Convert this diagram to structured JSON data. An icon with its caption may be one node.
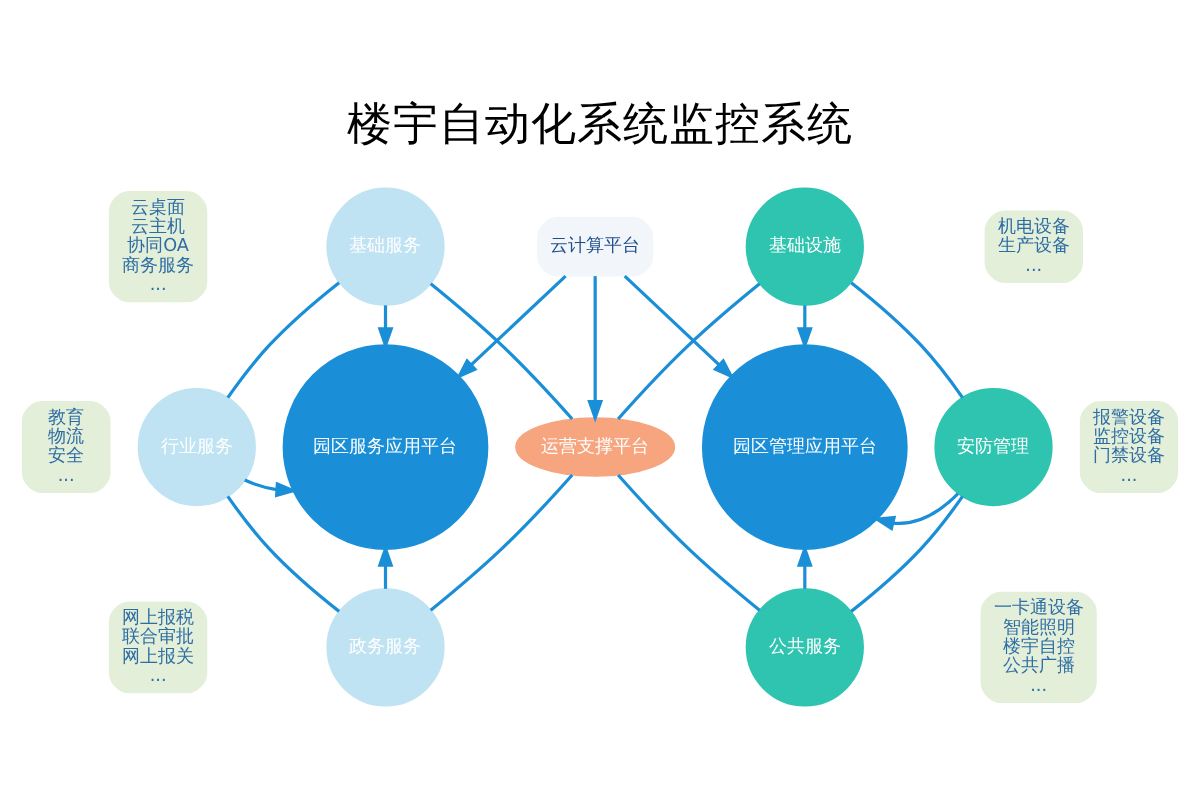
{
  "diagram": {
    "title": "楼宇自动化系统监控系统",
    "nodes": [
      {
        "text": [
          "云桌面",
          "云主机",
          "协同OA",
          "商务服务",
          "..."
        ]
      },
      {
        "text": [
          "基础服务"
        ]
      },
      {
        "text": [
          "行业服务"
        ]
      },
      {
        "text": [
          "园区服务应用平台"
        ]
      },
      {
        "text": [
          "教育",
          "物流",
          "安全",
          "..."
        ]
      },
      {
        "text": [
          "政务服务"
        ]
      },
      {
        "text": [
          "网上报税",
          "联合审批",
          "网上报关",
          "..."
        ]
      },
      {
        "text": [
          "运营支撑平台"
        ]
      },
      {
        "text": [
          "基础设施"
        ]
      },
      {
        "text": [
          "机电设备",
          "生产设备",
          "..."
        ]
      },
      {
        "text": [
          "园区管理应用平台"
        ]
      },
      {
        "text": [
          "安防管理"
        ]
      },
      {
        "text": [
          "报警设备",
          "监控设备",
          "门禁设备",
          "..."
        ]
      },
      {
        "text": [
          "公共服务"
        ]
      },
      {
        "text": [
          "一卡通设备",
          "智能照明",
          "楼宇自控",
          "公共广播",
          "..."
        ]
      },
      {
        "text": [
          "云计算平台"
        ]
      }
    ],
    "edges": [
      {
        "from": 1,
        "to": 3,
        "arrow": "to"
      },
      {
        "from": 2,
        "to": 3,
        "arrow": "to"
      },
      {
        "from": 5,
        "to": 3,
        "arrow": "to"
      },
      {
        "from": 8,
        "to": 10,
        "arrow": "to"
      },
      {
        "from": 11,
        "to": 10,
        "arrow": "to"
      },
      {
        "from": 13,
        "to": 10,
        "arrow": "to"
      },
      {
        "from": 1,
        "to": 2,
        "arrow": "none"
      },
      {
        "from": 2,
        "to": 5,
        "arrow": "none"
      },
      {
        "from": 5,
        "to": 7,
        "arrow": "none"
      },
      {
        "from": 7,
        "to": 1,
        "arrow": "none"
      },
      {
        "from": 7,
        "to": 8,
        "arrow": "none"
      },
      {
        "from": 8,
        "to": 11,
        "arrow": "none"
      },
      {
        "from": 11,
        "to": 13,
        "arrow": "none"
      },
      {
        "from": 13,
        "to": 7,
        "arrow": "none"
      },
      {
        "from": 15,
        "to": 3,
        "arrow": "to"
      },
      {
        "from": 15,
        "to": 7,
        "arrow": "to"
      },
      {
        "from": 15,
        "to": 10,
        "arrow": "to"
      }
    ]
  }
}
